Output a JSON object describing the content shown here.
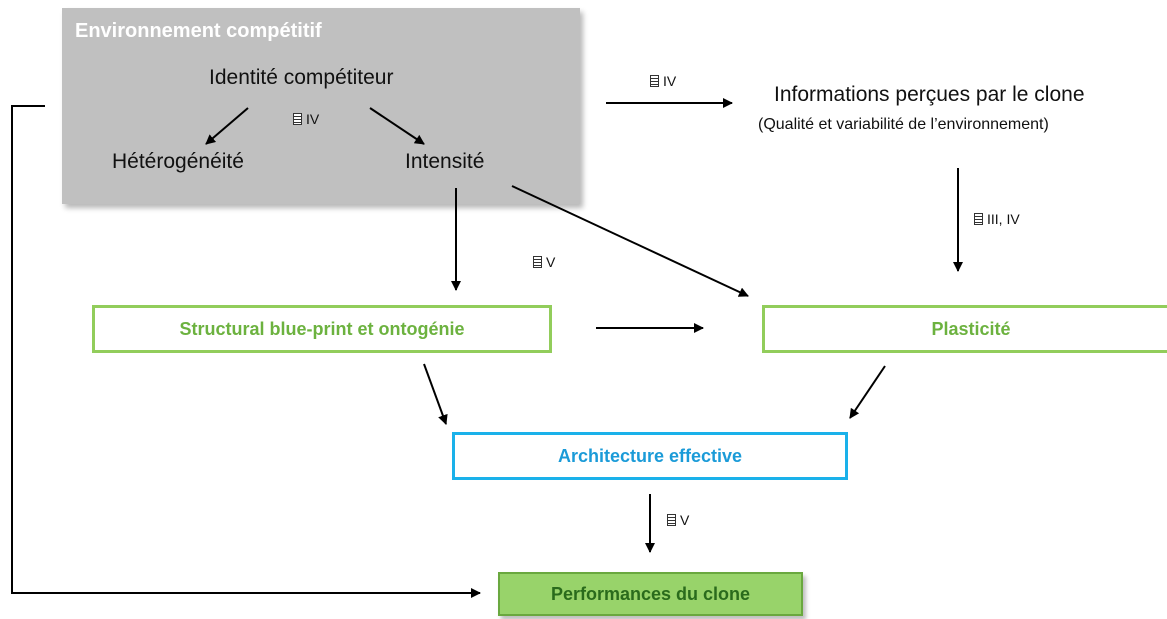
{
  "environment": {
    "title": "Environnement compétitif",
    "identity": "Identité compétiteur",
    "heterogeneity": "Hétérogénéité",
    "intensity": "Intensité"
  },
  "information": {
    "line1": "Informations perçues par le clone",
    "line2": "(Qualité et variabilité de l’environnement)"
  },
  "refs": {
    "env_inner": "IV",
    "to_information": "IV",
    "to_plasticity": "III, IV",
    "to_structural": "V",
    "to_performance": "V"
  },
  "boxes": {
    "structural": "Structural  blue-print et ontogénie",
    "plasticity": "Plasticité",
    "architecture": "Architecture effective",
    "performance": "Performances du clone"
  },
  "colors": {
    "environment_fill": "#c0c0c0",
    "green_border": "#92cd5b",
    "green_text": "#6cb23f",
    "blue_border": "#1ab1ea",
    "blue_text": "#1b9bd8",
    "performance_fill": "#98d36a",
    "performance_text": "#2a6b1c"
  },
  "icons": {
    "reference": "document-icon"
  }
}
